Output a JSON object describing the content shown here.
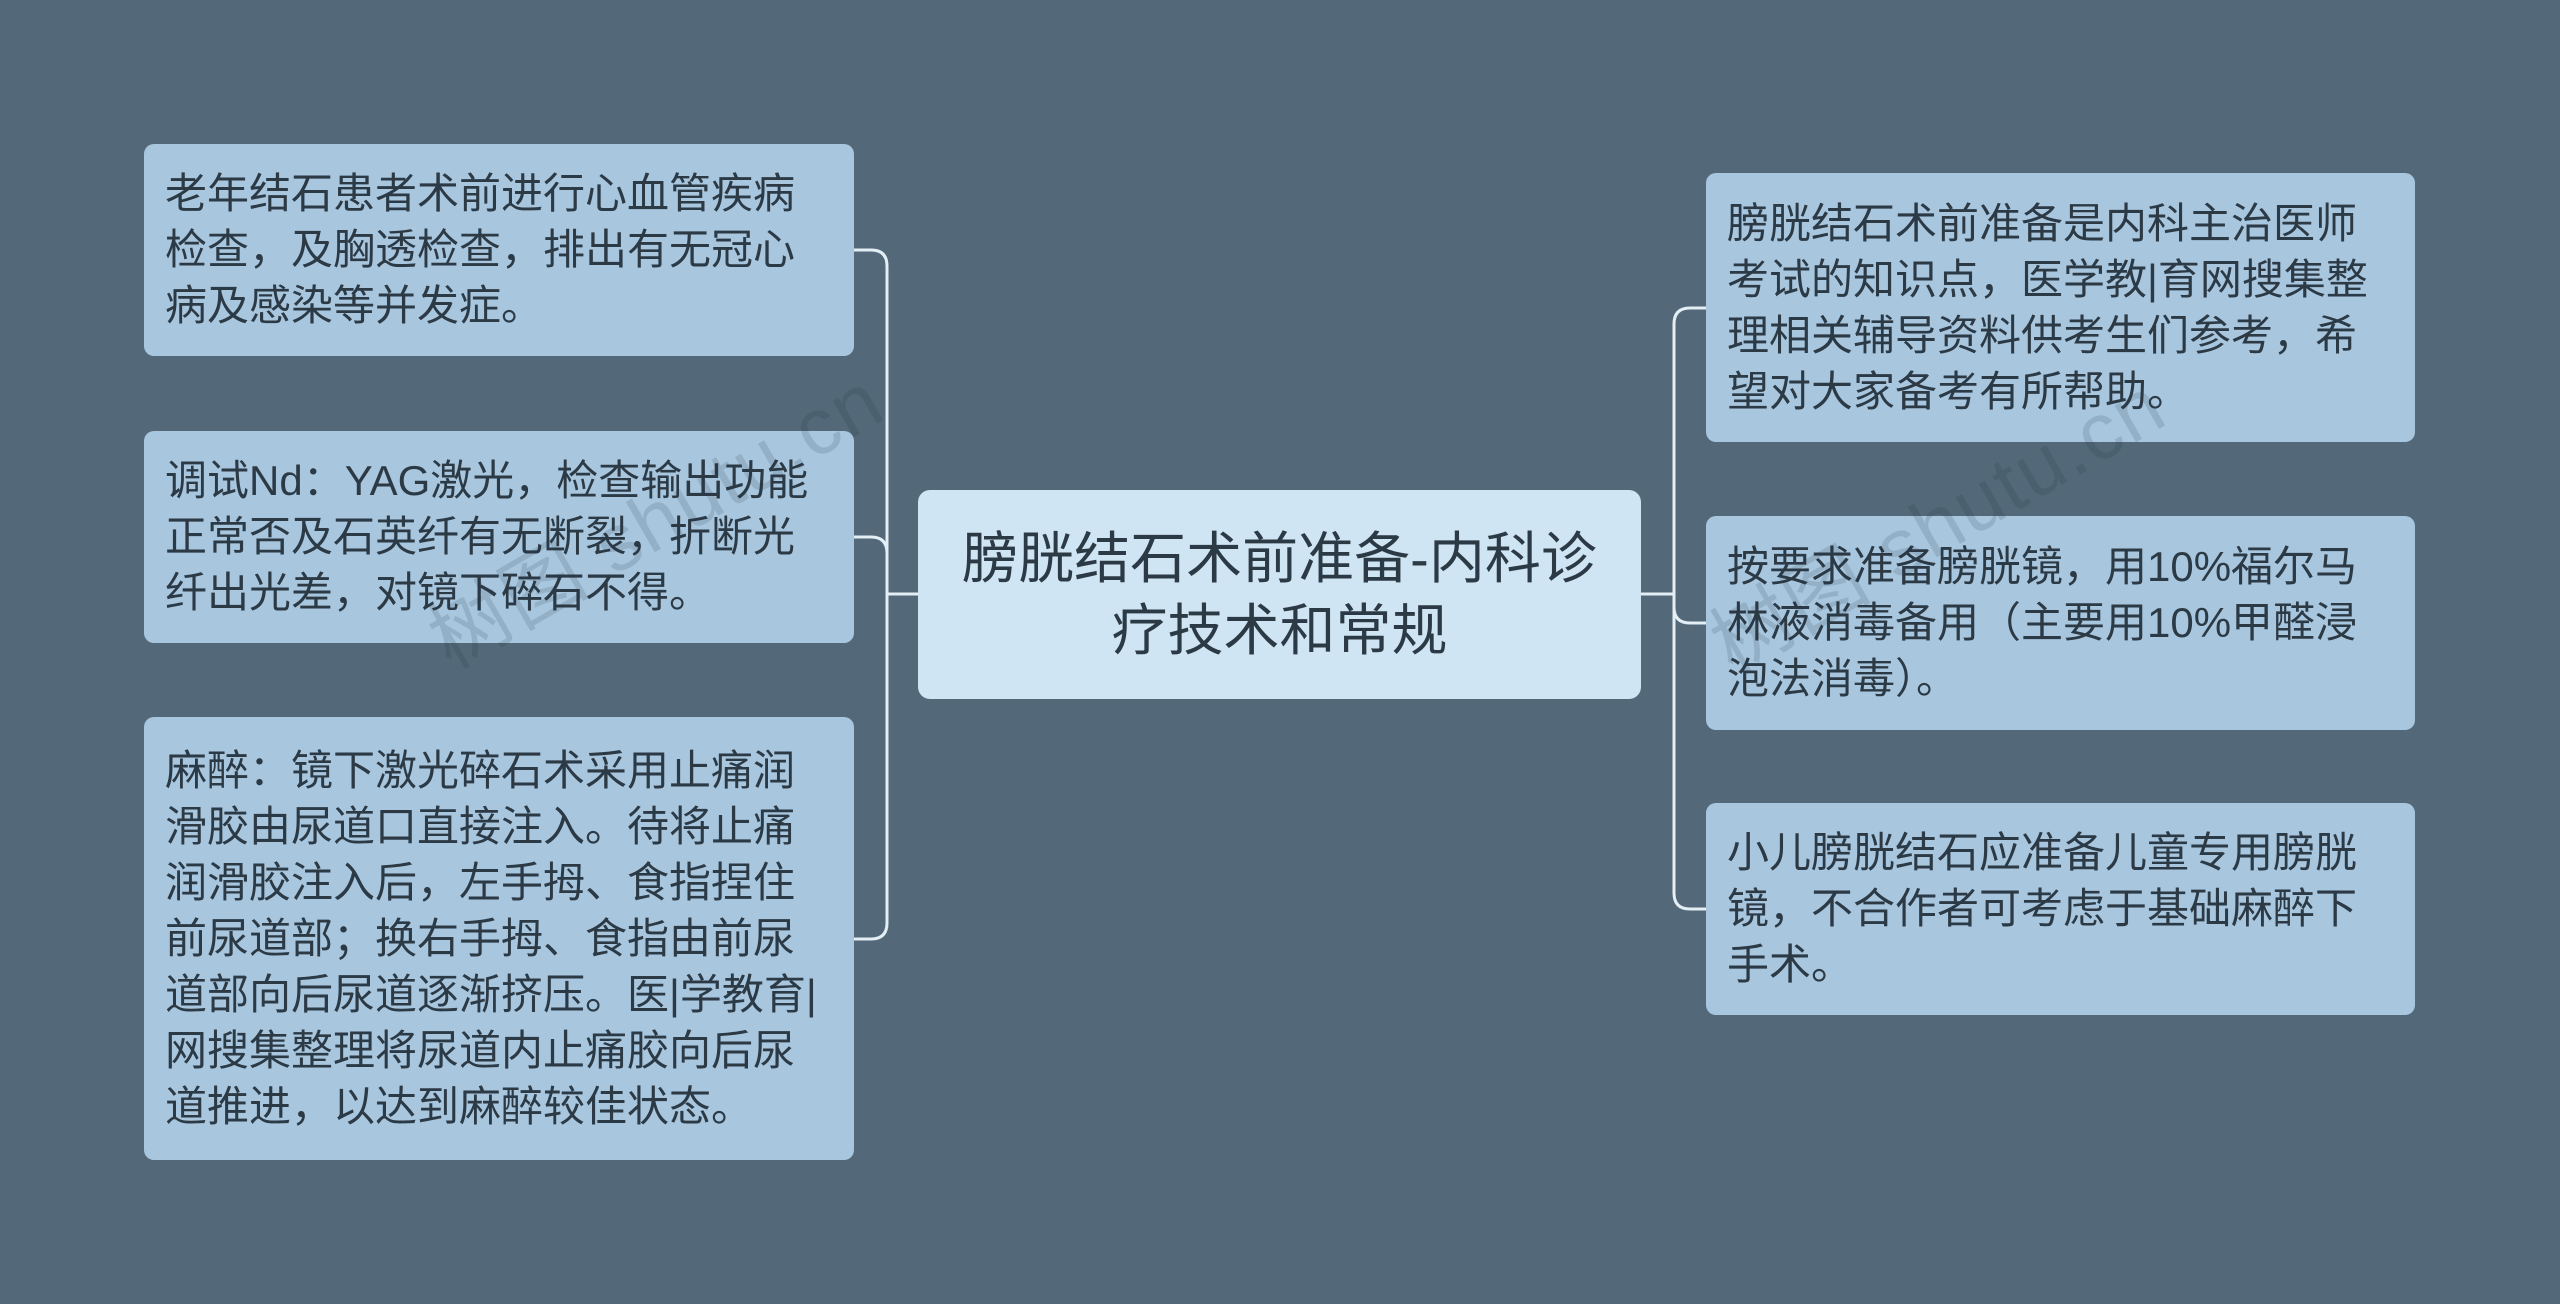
{
  "colors": {
    "background": "#536878",
    "root_fill": "#cfe5f3",
    "node_fill": "#a8c7df",
    "connector": "#e3eef5",
    "text": "#2c3a46"
  },
  "root": {
    "lines": [
      "膀胱结石术前准备-内科诊",
      "疗技术和常规"
    ]
  },
  "left_nodes": [
    {
      "lines": [
        "老年结石患者术前进行心血管疾病",
        "检查，及胸透检查，排出有无冠心",
        "病及感染等并发症。"
      ]
    },
    {
      "lines": [
        "调试Nd：YAG激光，检查输出功能",
        "正常否及石英纤有无断裂，折断光",
        "纤出光差，对镜下碎石不得。"
      ]
    },
    {
      "lines": [
        "麻醉：镜下激光碎石术采用止痛润",
        "滑胶由尿道口直接注入。待将止痛",
        "润滑胶注入后，左手拇、食指捏住",
        "前尿道部；换右手拇、食指由前尿",
        "道部向后尿道逐渐挤压。医|学教育|",
        "网搜集整理将尿道内止痛胶向后尿",
        "道推进，以达到麻醉较佳状态。"
      ]
    }
  ],
  "right_nodes": [
    {
      "lines": [
        "膀胱结石术前准备是内科主治医师",
        "考试的知识点，医学教|育网搜集整",
        "理相关辅导资料供考生们参考，希",
        "望对大家备考有所帮助。"
      ]
    },
    {
      "lines": [
        "按要求准备膀胱镜，用10%福尔马",
        "林液消毒备用（主要用10%甲醛浸",
        "泡法消毒）。"
      ]
    },
    {
      "lines": [
        "小儿膀胱结石应准备儿童专用膀胱",
        "镜，不合作者可考虑于基础麻醉下",
        "手术。"
      ]
    }
  ],
  "watermark": "树图 shutu.cn"
}
